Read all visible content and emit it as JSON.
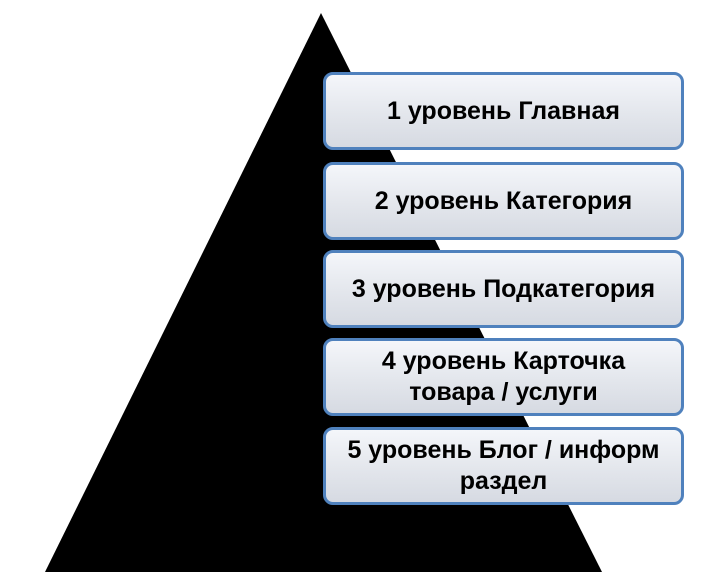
{
  "colors": {
    "pyramid": "#000000",
    "box_border": "#4f81bd",
    "box_fill": "#e3e6ec",
    "text": "#000000"
  },
  "levels": [
    {
      "label": "1 уровень Главная"
    },
    {
      "label": "2 уровень Категория"
    },
    {
      "label": "3 уровень Подкатегория"
    },
    {
      "label": "4 уровень Карточка товара / услуги"
    },
    {
      "label": "5 уровень Блог / информ раздел"
    }
  ]
}
